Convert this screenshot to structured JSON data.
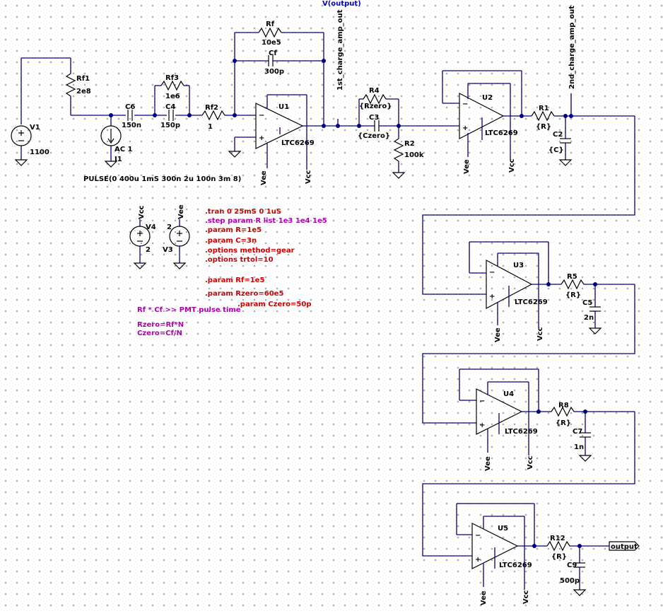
{
  "header_label": "V(output)",
  "sources": {
    "v1_name": "V1",
    "v1_value": "1100",
    "i1_ac": "AC 1",
    "i1_name": "I1",
    "pulse": "PULSE(0 400u 1mS 300n 2u 100n 3m 8)",
    "v4_name": "V4",
    "v4_value": "2",
    "v3_name": "V3",
    "v3_value": "2",
    "vcc": "Vcc",
    "vee": "Vee"
  },
  "components": {
    "rf1": "Rf1",
    "rf1_val": "2e8",
    "c6": "C6",
    "c6_val": "150n",
    "rf3": "Rf3",
    "rf3_val": "1e6",
    "c4": "C4",
    "c4_val": "150p",
    "rf2": "Rf2",
    "rf2_val": "1",
    "rf": "Rf",
    "rf_val": "10e5",
    "cf": "Cf",
    "cf_val": "300p",
    "r4": "R4",
    "r4_val": "{Rzero}",
    "c3": "C3",
    "c3_val": "{Czero}",
    "r2": "R2",
    "r2_val": "100k",
    "r1": "R1",
    "r1_val": "{R}",
    "c2": "C2",
    "c2_val": "{C}",
    "r5": "R5",
    "r5_val": "{R}",
    "c5": "C5",
    "c5_val": "2n",
    "r8": "R8",
    "r8_val": "{R}",
    "c7": "C7",
    "c7_val": "1n",
    "r12": "R12",
    "r12_val": "{R}",
    "c9": "C9",
    "c9_val": "500p"
  },
  "opamps": {
    "u1": "U1",
    "u2": "U2",
    "u3": "U3",
    "u4": "U4",
    "u5": "U5",
    "part": "LTC6269"
  },
  "nets": {
    "first": "1st_charge_amp_out",
    "second": "2nd_charge_amp_out",
    "output": "output"
  },
  "directives": [
    ".tran 0 25mS 0 1uS",
    ".step param R list 1e3 1e4 1e5",
    ".param R=1e5",
    ".param C=3n",
    ".options method=gear",
    ".options trtol=10",
    ".param Rf=1e5",
    ".param Rzero=60e5",
    ".param Czero=50p"
  ],
  "comments": [
    "Rf * Cf >> PMT pulse time",
    "Rzero=Rf*N",
    "Czero=Cf/N"
  ],
  "colors": {
    "wire": "#000080",
    "component": "#000000",
    "directive": "#cc0000",
    "comment": "#b000b0"
  }
}
